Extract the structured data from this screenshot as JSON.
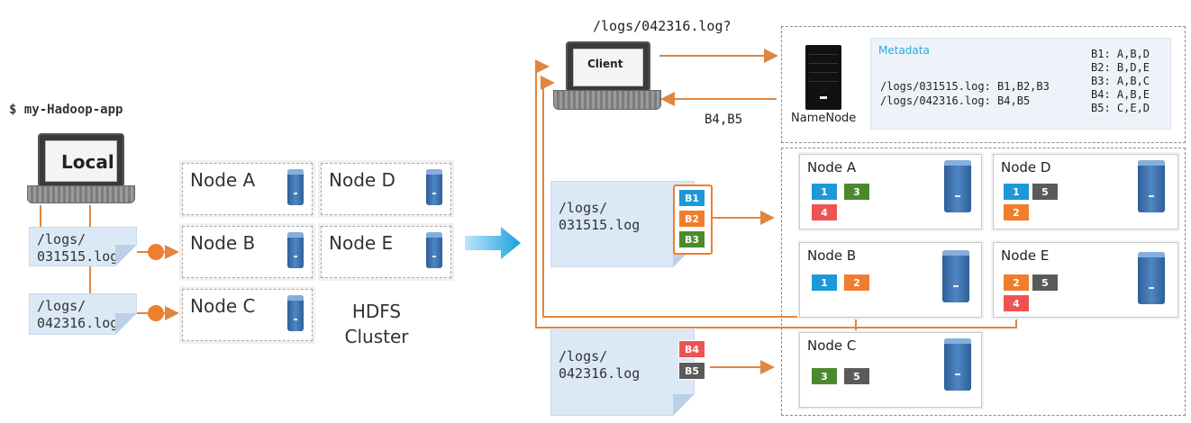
{
  "left": {
    "command": "$ my-Hadoop-app",
    "local_label": "Local",
    "files": [
      "/logs/\n031515.log",
      "/logs/\n042316.log"
    ],
    "nodes": [
      "Node A",
      "Node D",
      "Node B",
      "Node E",
      "Node C"
    ],
    "cluster_label": [
      "HDFS",
      "Cluster"
    ]
  },
  "client": {
    "label": "Client",
    "query": "/logs/042316.log?",
    "answer": "B4,B5"
  },
  "namenode": {
    "label": "NameNode",
    "metadata_title": "Metadata",
    "file_map": [
      "/logs/031515.log: B1,B2,B3",
      "/logs/042316.log: B4,B5"
    ],
    "block_map": [
      "B1: A,B,D",
      "B2: B,D,E",
      "B3: A,B,C",
      "B4: A,B,E",
      "B5: C,E,D"
    ]
  },
  "right_files": [
    {
      "name": "/logs/\n031515.log",
      "blocks": [
        "B1",
        "B2",
        "B3"
      ]
    },
    {
      "name": "/logs/\n042316.log",
      "blocks": [
        "B4",
        "B5"
      ]
    }
  ],
  "datanodes": [
    {
      "name": "Node A",
      "blocks": [
        "1",
        "3",
        "4"
      ]
    },
    {
      "name": "Node D",
      "blocks": [
        "1",
        "5",
        "2"
      ]
    },
    {
      "name": "Node B",
      "blocks": [
        "1",
        "2"
      ]
    },
    {
      "name": "Node E",
      "blocks": [
        "2",
        "5",
        "4"
      ]
    },
    {
      "name": "Node C",
      "blocks": [
        "3",
        "5"
      ]
    }
  ],
  "colors": {
    "block1": "#1d98d8",
    "block2": "#f07d2e",
    "block3": "#4b8a2c",
    "block4": "#ee5353",
    "block5": "#5a5a5a",
    "arrow": "#e0863f",
    "big_arrow": "#1aa0e0"
  }
}
